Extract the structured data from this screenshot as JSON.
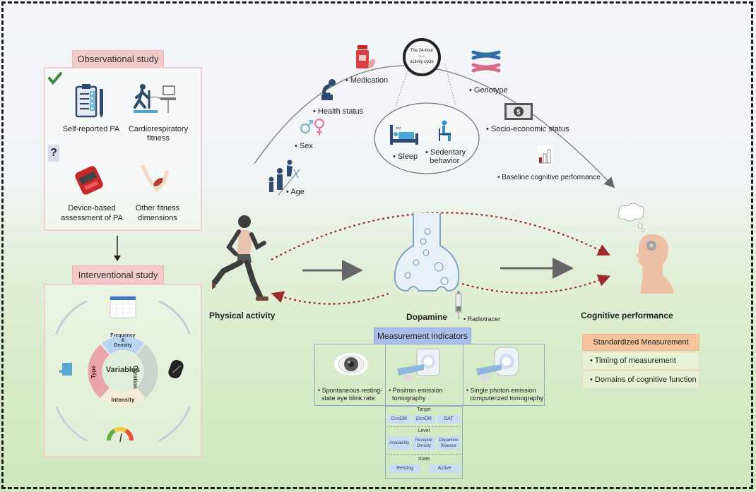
{
  "observational": {
    "title": "Observational study",
    "check_icon": "checkmark-icon",
    "question_icon": "?",
    "items": [
      {
        "label": "Self-reported PA",
        "icon": "clipboard-icon"
      },
      {
        "label": "Cardiorespiratory",
        "label2": "fitness",
        "icon": "treadmill-icon"
      },
      {
        "label": "Device-based",
        "label2": "assessment of PA",
        "icon": "wearable-device-icon"
      },
      {
        "label": "Other fitness",
        "label2": "dimensions",
        "icon": "muscle-arm-icon"
      }
    ]
  },
  "interventional": {
    "title": "Interventional study",
    "center": "Variables",
    "segments": [
      "Frequency",
      "&",
      "Density",
      "Duration",
      "Intensity",
      "Type"
    ]
  },
  "confounders": {
    "left": [
      {
        "label": "Medication",
        "icon": "medication-icon"
      },
      {
        "label": "Health status",
        "icon": "sad-person-icon"
      },
      {
        "label": "Sex",
        "icon": "gender-icon"
      },
      {
        "label": "Age",
        "icon": "age-progression-icon"
      }
    ],
    "clock": {
      "line1": "The 24-hour",
      "line2": "activity cycle"
    },
    "cycle": [
      {
        "label": "Sleep",
        "icon": "bed-icon"
      },
      {
        "label": "Sedentary",
        "label2": "behavior",
        "icon": "seated-person-icon"
      }
    ],
    "right": [
      {
        "label": "Genotype",
        "icon": "chromosome-icon"
      },
      {
        "label": "Socio-economic status",
        "icon": "money-icon"
      },
      {
        "label": "Baseline cognitive performance",
        "icon": "bar-chart-icon"
      }
    ]
  },
  "nodes": {
    "physical_activity": "Physical activity",
    "dopamine": "Dopamine",
    "radiotracer": "Radiotracer",
    "cognitive": "Cognitive performance"
  },
  "measurement": {
    "title": "Measurement indicators",
    "items": [
      {
        "line1": "Spontaneous resting-",
        "line2": "state eye blink rate",
        "icon": "eye-icon"
      },
      {
        "line1": "Positron emission",
        "line2": "tomography",
        "icon": "pet-scanner-icon"
      },
      {
        "line1": "Single photon emission",
        "line2": "computerized tomography",
        "icon": "spect-scanner-icon"
      }
    ],
    "target": {
      "title": "Target",
      "chips": [
        "D1/5DR",
        "D2/3DR",
        "DAT"
      ]
    },
    "level": {
      "title": "Level",
      "chips": [
        "Availability",
        "Receptor Density",
        "Dopamine Release"
      ]
    },
    "state": {
      "title": "State",
      "chips": [
        "Resting",
        "Active"
      ]
    }
  },
  "standardized": {
    "title": "Standardized Measurement",
    "rows": [
      "Timing of measurement",
      "Domains of cognitive function"
    ]
  },
  "colors": {
    "pink_header": "#f3c9c9",
    "blue_header": "#a9bde8",
    "orange_header": "#f6c39c",
    "dotted_arrow": "#9c2a2a",
    "solid_arrow": "#666666"
  }
}
